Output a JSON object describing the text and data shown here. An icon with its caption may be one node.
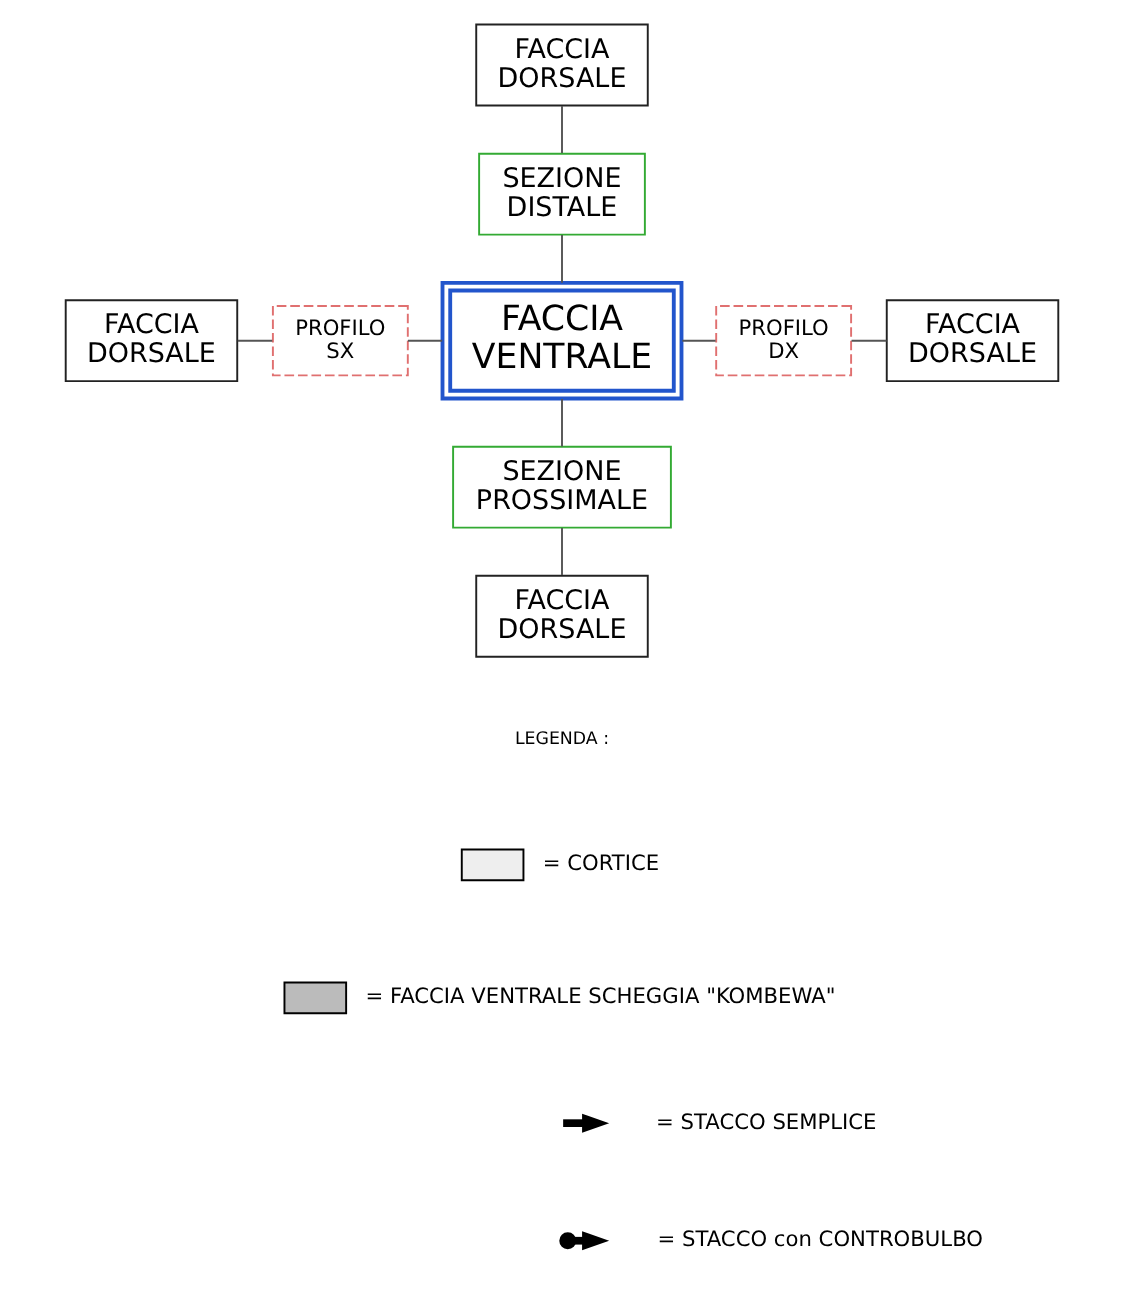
{
  "diagram": {
    "nodes": [
      {
        "text": [
          "FACCIA DORSALE"
        ]
      },
      {
        "text": [
          "SEZIONE DISTALE"
        ]
      },
      {
        "text": [
          "FACCIA DORSALE"
        ]
      },
      {
        "text": [
          "PROFILO SX"
        ]
      },
      {
        "text": [
          "FACCIA VENTRALE"
        ]
      },
      {
        "text": [
          "PROFILO DX"
        ]
      },
      {
        "text": [
          "FACCIA DORSALE"
        ]
      },
      {
        "text": [
          "SEZIONE PROSSIMALE"
        ]
      },
      {
        "text": [
          "FACCIA DORSALE"
        ]
      }
    ],
    "edges": [
      {
        "from": 0,
        "to": 1,
        "arrow": "none"
      },
      {
        "from": 1,
        "to": 4,
        "arrow": "none"
      },
      {
        "from": 2,
        "to": 3,
        "arrow": "none"
      },
      {
        "from": 3,
        "to": 4,
        "arrow": "none"
      },
      {
        "from": 4,
        "to": 5,
        "arrow": "none"
      },
      {
        "from": 5,
        "to": 6,
        "arrow": "none"
      },
      {
        "from": 4,
        "to": 7,
        "arrow": "none"
      },
      {
        "from": 7,
        "to": 8,
        "arrow": "none"
      }
    ],
    "labels": [
      "LEGENDA :"
    ],
    "legend": [
      {
        "text": "= CORTICE"
      },
      {
        "text": "= FACCIA VENTRALE SCHEGGIA \"KOMBEWA\""
      },
      {
        "text": "= STACCO SEMPLICE"
      },
      {
        "text": "= STACCO con CONTROBULBO"
      }
    ]
  }
}
